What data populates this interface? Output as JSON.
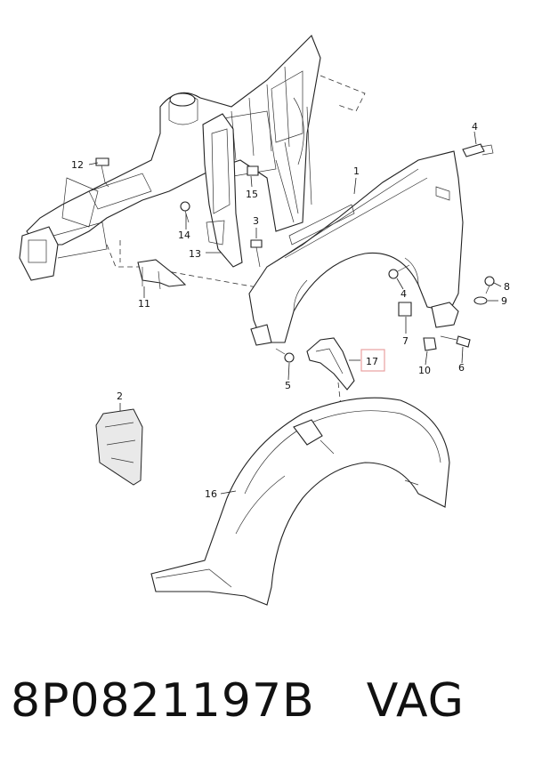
{
  "callouts": {
    "c1": "1",
    "c2": "2",
    "c3": "3",
    "c4a": "4",
    "c4b": "4",
    "c5": "5",
    "c6": "6",
    "c7": "7",
    "c8": "8",
    "c9": "9",
    "c10": "10",
    "c11": "11",
    "c12": "12",
    "c13": "13",
    "c14": "14",
    "c15": "15",
    "c16": "16",
    "c17": "17"
  },
  "highlight_color": "#e8a0a0",
  "caption": {
    "part_number": "8P0821197B",
    "brand": "VAG"
  }
}
